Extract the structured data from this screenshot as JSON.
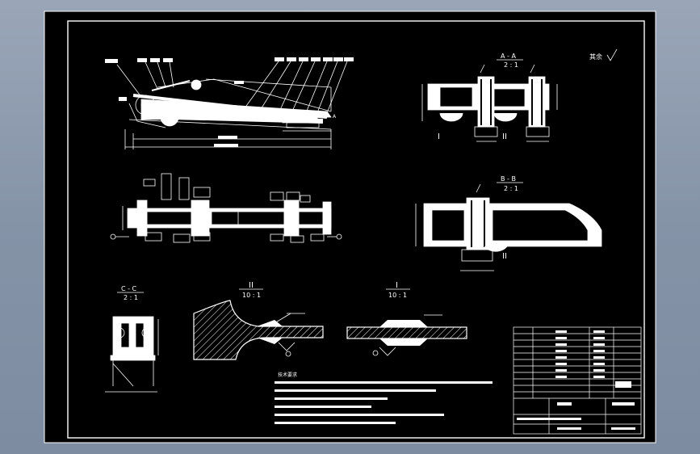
{
  "drawing": {
    "roughness_label": "其余",
    "roman_I": "I",
    "roman_II": "II",
    "sections": {
      "aa": {
        "title": "A - A",
        "scale": "2 : 1"
      },
      "bb": {
        "title": "B - B",
        "scale": "2 : 1"
      },
      "cc": {
        "title": "C - C",
        "scale": "2 : 1"
      },
      "detail_ii": {
        "title": "II",
        "scale": "10 : 1"
      },
      "detail_i": {
        "title": "I",
        "scale": "10 : 1"
      }
    },
    "top_view_marker": "A",
    "notes_title": "技术要求"
  },
  "colors": {
    "frame": "#ffffff",
    "canvas": "#000000",
    "desktop": "#8a98ab"
  }
}
